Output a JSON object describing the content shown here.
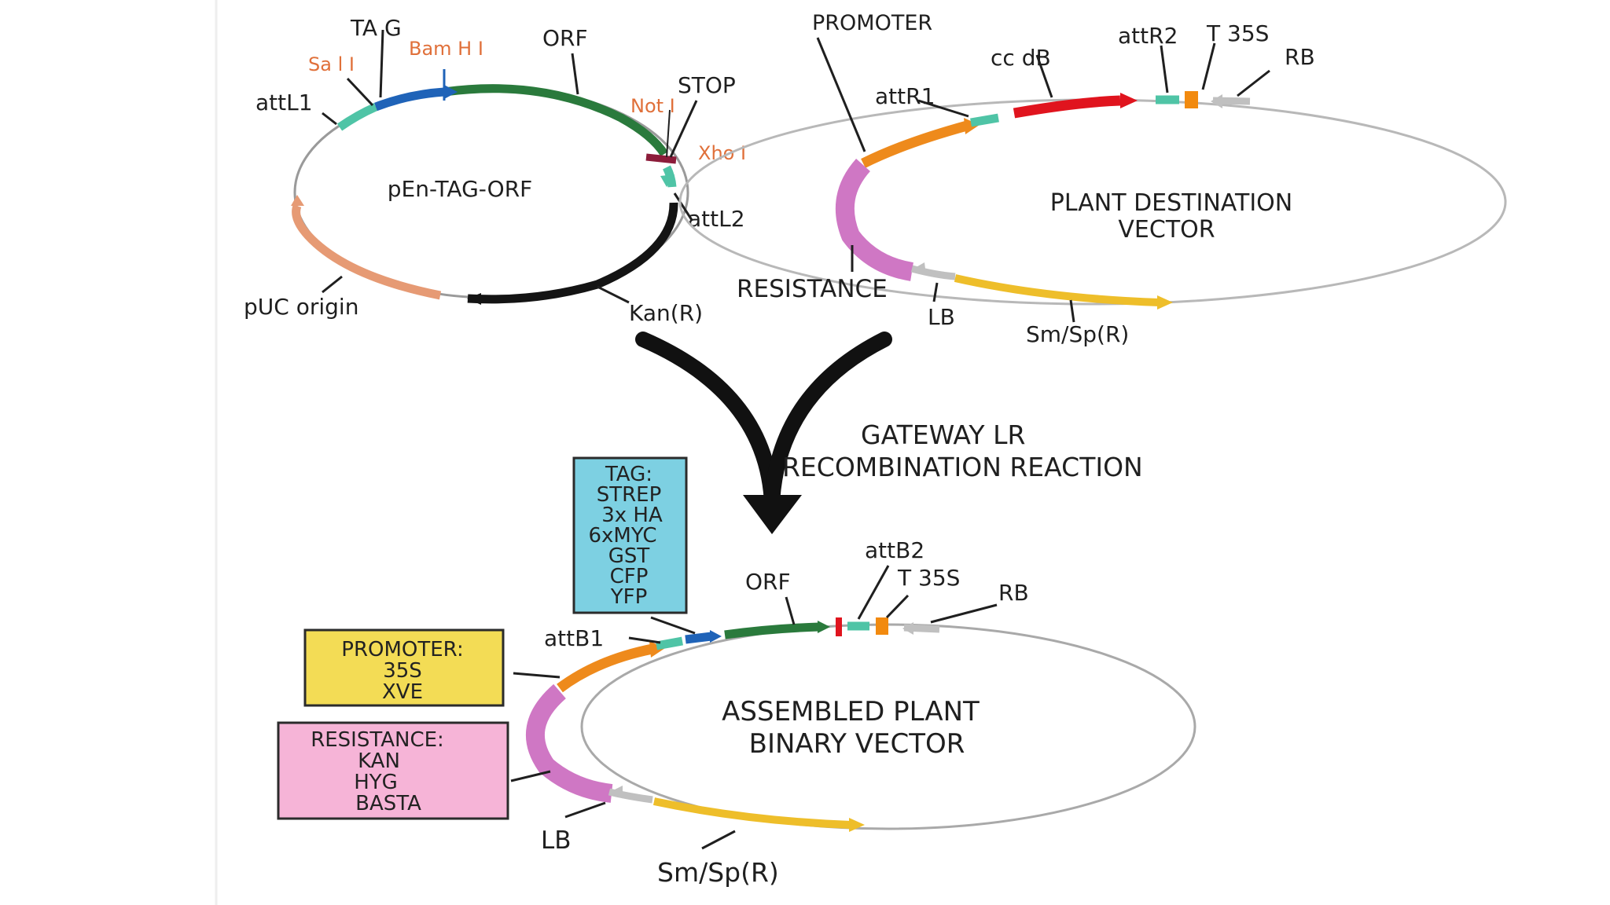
{
  "colors": {
    "background": "#ffffff",
    "line_gray": "#9a9a9a",
    "blue_tag": "#1f63b8",
    "green_orf": "#2a7a3c",
    "teal_att": "#4fc4a6",
    "maroon_stop": "#8c1c3a",
    "black_kan": "#141414",
    "salmon_puc": "#e69a74",
    "orange_promoter": "#ee8a1c",
    "pink_resistance": "#cf77c4",
    "red_ccdb": "#e0141e",
    "orange_t35s": "#f28a0f",
    "gray_border": "#b8b8b8",
    "yellow_smsp": "#eebe2a",
    "box_tag_fill": "#7dd0e2",
    "box_promoter_fill": "#f3dc55",
    "box_resistance_fill": "#f6b4d7",
    "restriction_text": "#e0703a"
  },
  "entry_vector": {
    "name": "pEn-TAG-ORF",
    "labels": {
      "tag": "TA G",
      "orf": "ORF",
      "stop": "STOP",
      "attl1": "attL1",
      "attl2": "attL2",
      "kan": "Kan(R)",
      "puc": "pUC origin"
    },
    "sites": {
      "sali": "Sa l I",
      "bamhi": "Bam H I",
      "noti": "Not I",
      "xhoi": "Xho I"
    }
  },
  "destination_vector": {
    "name_line1": "PLANT DESTINATION",
    "name_line2": "VECTOR",
    "labels": {
      "promoter": "PROMOTER",
      "ccdb": "cc dB",
      "attr1": "attR1",
      "attr2": "attR2",
      "t35s": "T 35S",
      "rb": "RB",
      "resistance": "RESISTANCE",
      "lb": "LB",
      "smsp": "Sm/Sp(R)"
    }
  },
  "reaction": {
    "line1": "GATEWAY LR",
    "line2": "RECOMBINATION REACTION"
  },
  "assembled_vector": {
    "name_line1": "ASSEMBLED PLANT",
    "name_line2": "BINARY VECTOR",
    "labels": {
      "orf": "ORF",
      "attb1": "attB1",
      "attb2": "attB2",
      "t35s": "T 35S",
      "rb": "RB",
      "lb": "LB",
      "smsp": "Sm/Sp(R)"
    },
    "tag_box": [
      "TAG:",
      "STREP",
      "3x HA",
      "6xMYC",
      "GST",
      "CFP",
      "YFP"
    ],
    "promoter_box": [
      "PROMOTER:",
      "35S",
      "XVE"
    ],
    "resistance_box": [
      "RESISTANCE:",
      "KAN",
      "HYG",
      "BASTA"
    ]
  }
}
